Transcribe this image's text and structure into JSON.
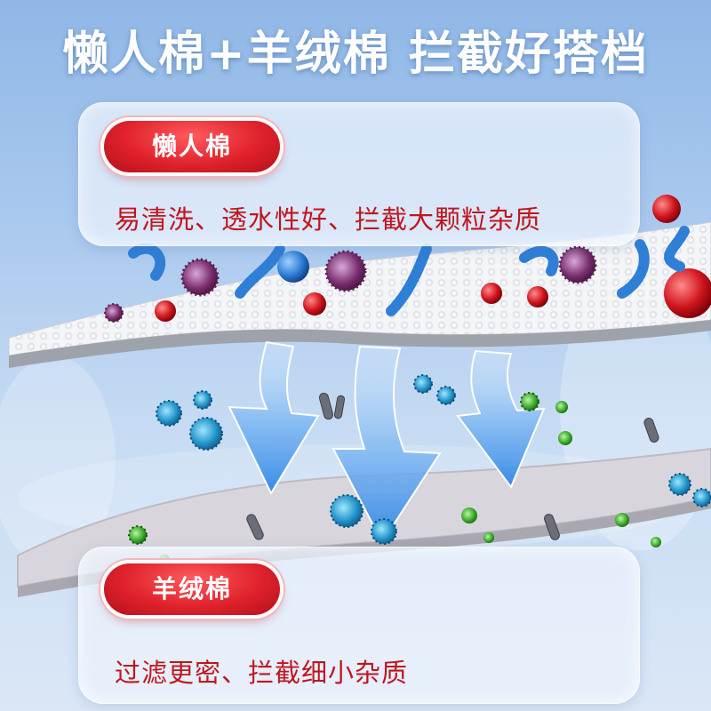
{
  "headline": "懒人棉+羊绒棉 拦截好搭档",
  "top_panel": {
    "badge": "懒人棉",
    "description": "易清洗、透水性好、拦截大颗粒杂质"
  },
  "bottom_panel": {
    "badge": "羊绒棉",
    "description": "过滤更密、拦截细小杂质"
  },
  "colors": {
    "badge_red": "#e0222c",
    "description_red": "#c0151f",
    "arrow_blue": "#3a8ee8",
    "sky_blue": "#a9c8ee"
  },
  "icons": [
    "red-bacteria-icon",
    "purple-virus-icon",
    "blue-spiral-bacteria-icon",
    "blue-virus-icon",
    "green-virus-icon",
    "grey-rod-bacteria-icon",
    "down-arrow-icon"
  ]
}
